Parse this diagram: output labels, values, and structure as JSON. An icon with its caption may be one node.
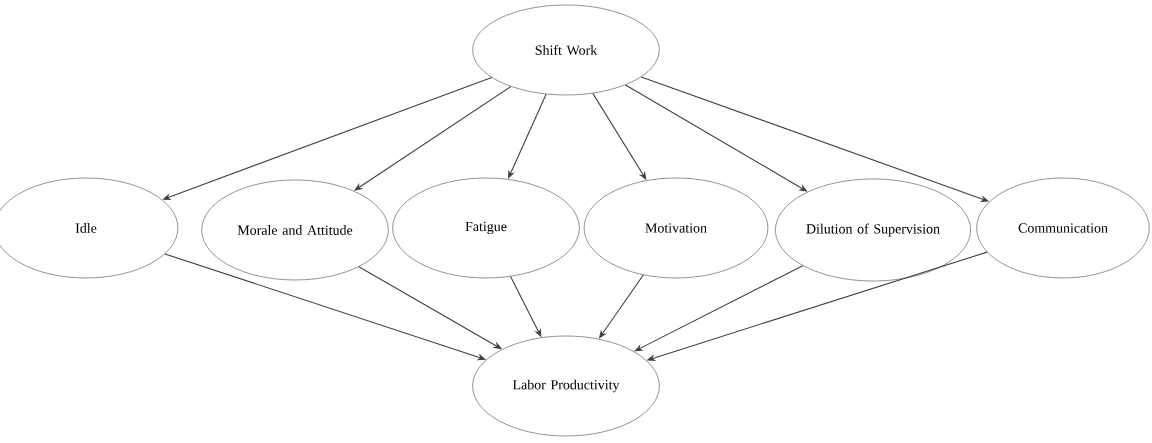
{
  "diagram": {
    "nodes": [
      {
        "text": [
          "Shift Work"
        ]
      },
      {
        "text": [
          "Idle"
        ]
      },
      {
        "text": [
          "Morale and Attitude"
        ]
      },
      {
        "text": [
          "Fatigue"
        ]
      },
      {
        "text": [
          "Motivation"
        ]
      },
      {
        "text": [
          "Dilution of Supervision"
        ]
      },
      {
        "text": [
          "Communication"
        ]
      },
      {
        "text": [
          "Labor Productivity"
        ]
      }
    ],
    "edges": [
      {
        "from": 0,
        "to": 1,
        "arrow": "to"
      },
      {
        "from": 0,
        "to": 2,
        "arrow": "to"
      },
      {
        "from": 0,
        "to": 3,
        "arrow": "to"
      },
      {
        "from": 0,
        "to": 4,
        "arrow": "to"
      },
      {
        "from": 0,
        "to": 5,
        "arrow": "to"
      },
      {
        "from": 0,
        "to": 6,
        "arrow": "to"
      },
      {
        "from": 1,
        "to": 7,
        "arrow": "to"
      },
      {
        "from": 2,
        "to": 7,
        "arrow": "to"
      },
      {
        "from": 3,
        "to": 7,
        "arrow": "to"
      },
      {
        "from": 4,
        "to": 7,
        "arrow": "to"
      },
      {
        "from": 5,
        "to": 7,
        "arrow": "to"
      },
      {
        "from": 6,
        "to": 7,
        "arrow": "to"
      }
    ]
  }
}
